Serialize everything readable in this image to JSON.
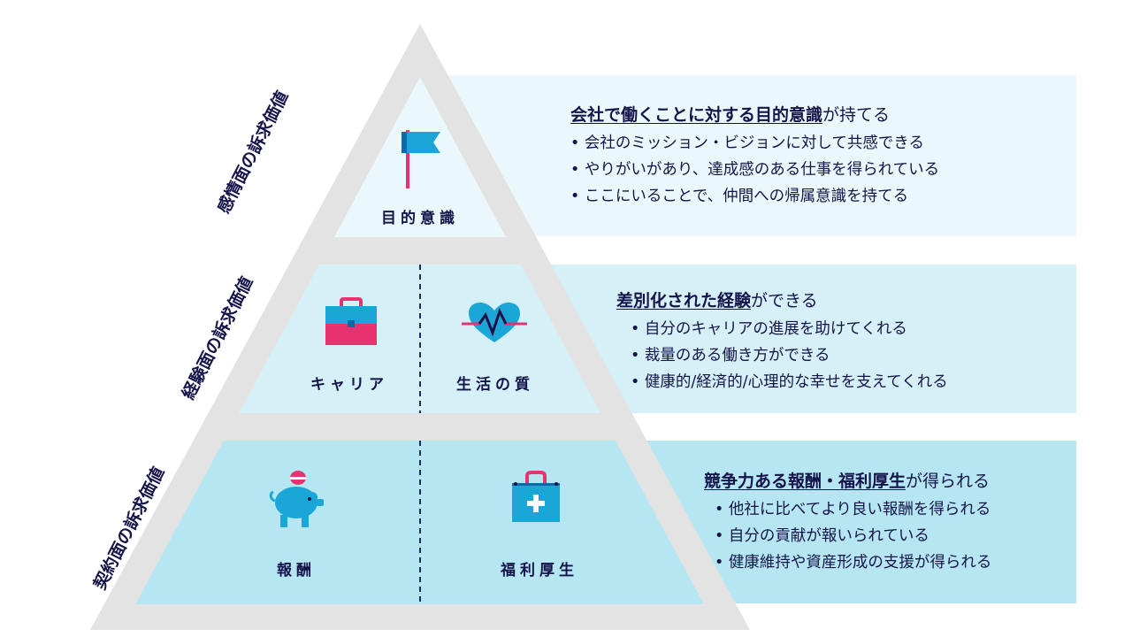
{
  "side_labels": {
    "emotional": "感情面の訴求価値",
    "experiential": "経験面の訴求価値",
    "contractual": "契約面の訴求価値"
  },
  "tiers": {
    "top": {
      "label": "目的意識",
      "icon": "flag-icon"
    },
    "middle_left": {
      "label": "キャリア",
      "icon": "briefcase-icon"
    },
    "middle_right": {
      "label": "生活の質",
      "icon": "heart-pulse-icon"
    },
    "bottom_left": {
      "label": "報酬",
      "icon": "piggy-bank-icon"
    },
    "bottom_right": {
      "label": "福利厚生",
      "icon": "medical-bag-icon"
    }
  },
  "descriptions": {
    "top": {
      "heading_strong": "会社で働くことに対する目的意識",
      "heading_rest": "が持てる",
      "bullets": [
        "会社のミッション・ビジョンに対して共感できる",
        "やりがいがあり、達成感のある仕事を得られている",
        "ここにいることで、仲間への帰属意識を持てる"
      ]
    },
    "middle": {
      "heading_strong": "差別化された経験",
      "heading_rest": "ができる",
      "bullets": [
        "自分のキャリアの進展を助けてくれる",
        "裁量のある働き方ができる",
        "健康的/経済的/心理的な幸せを支えてくれる"
      ]
    },
    "bottom": {
      "heading_strong": "競争力ある報酬・福利厚生",
      "heading_rest": "が得られる",
      "bullets": [
        "他社に比べてより良い報酬を得られる",
        "自分の貢献が報いられている",
        "健康維持や資産形成の支援が得られる"
      ]
    }
  },
  "colors": {
    "frame": "#e3e3e3",
    "tier_top": "#ebf8fb",
    "tier_middle": "#d5f0f6",
    "tier_bottom": "#b5e6f2",
    "accent_pink": "#e6336f",
    "accent_blue": "#1aa6d6",
    "text_navy": "#14144a"
  }
}
